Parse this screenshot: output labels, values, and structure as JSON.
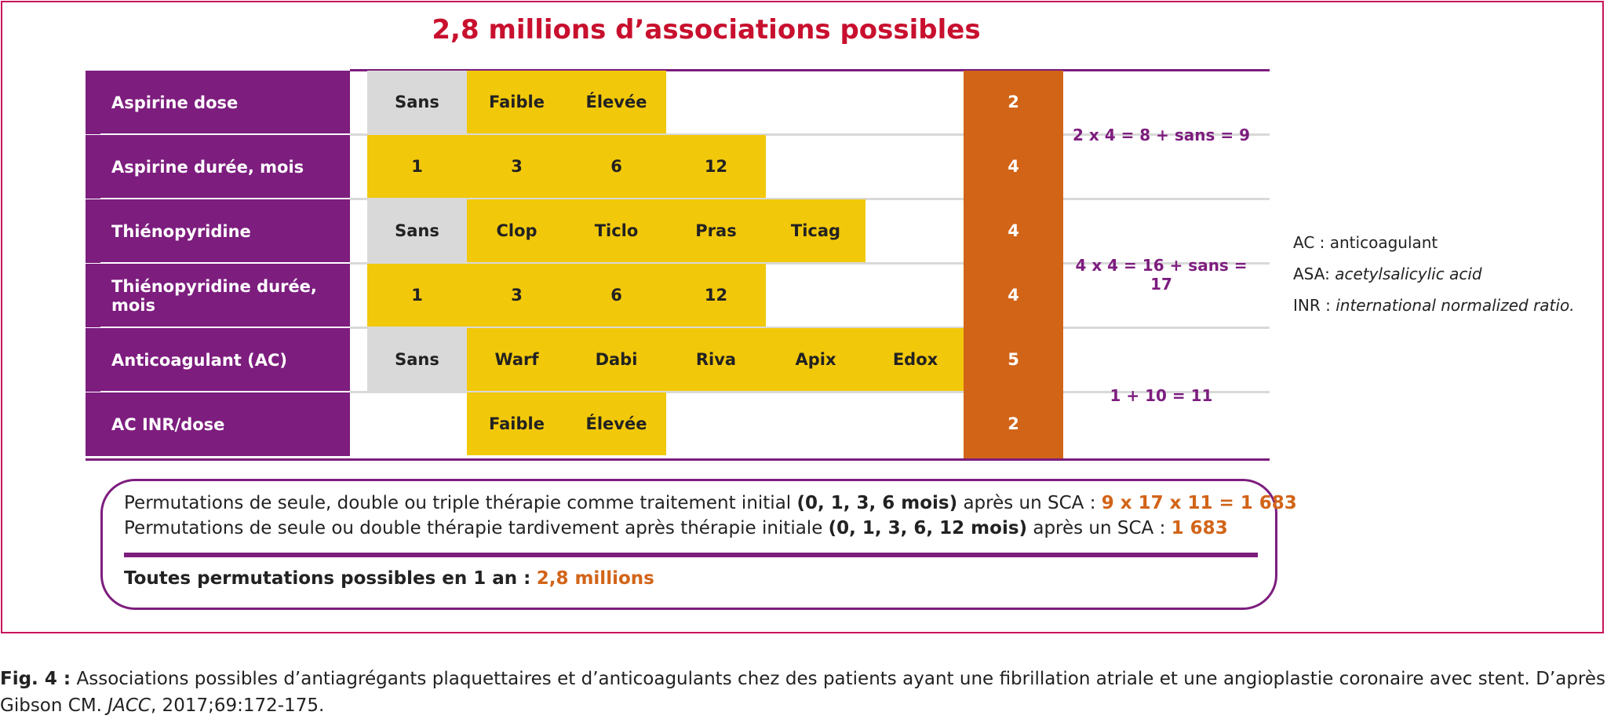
{
  "title": "2,8 millions d’associations possibles",
  "rows": [
    {
      "label": "Aspirine dose",
      "cells": [
        {
          "text": "Sans",
          "color": "grey"
        },
        {
          "text": "Faible",
          "color": "yellow"
        },
        {
          "text": "Élevée",
          "color": "yellow"
        }
      ],
      "count": "2"
    },
    {
      "label": "Aspirine durée, mois",
      "cells": [
        {
          "text": "1",
          "color": "yellow"
        },
        {
          "text": "3",
          "color": "yellow"
        },
        {
          "text": "6",
          "color": "yellow"
        },
        {
          "text": "12",
          "color": "yellow"
        }
      ],
      "count": "4"
    },
    {
      "label": "Thiénopyridine",
      "cells": [
        {
          "text": "Sans",
          "color": "grey"
        },
        {
          "text": "Clop",
          "color": "yellow"
        },
        {
          "text": "Ticlo",
          "color": "yellow"
        },
        {
          "text": "Pras",
          "color": "yellow"
        },
        {
          "text": "Ticag",
          "color": "yellow"
        }
      ],
      "count": "4"
    },
    {
      "label": "Thiénopyridine durée, mois",
      "cells": [
        {
          "text": "1",
          "color": "yellow"
        },
        {
          "text": "3",
          "color": "yellow"
        },
        {
          "text": "6",
          "color": "yellow"
        },
        {
          "text": "12",
          "color": "yellow"
        }
      ],
      "count": "4"
    },
    {
      "label": "Anticoagulant (AC)",
      "cells": [
        {
          "text": "Sans",
          "color": "grey"
        },
        {
          "text": "Warf",
          "color": "yellow"
        },
        {
          "text": "Dabi",
          "color": "yellow"
        },
        {
          "text": "Riva",
          "color": "yellow"
        },
        {
          "text": "Apix",
          "color": "yellow"
        },
        {
          "text": "Edox",
          "color": "yellow"
        }
      ],
      "count": "5"
    },
    {
      "label": "AC INR/dose",
      "cells": [
        {
          "text": "",
          "color": "none"
        },
        {
          "text": "Faible",
          "color": "yellow"
        },
        {
          "text": "Élevée",
          "color": "yellow"
        }
      ],
      "count": "2"
    }
  ],
  "formulas": [
    "2 x 4 = 8 + sans = 9",
    "4 x 4 = 16 + sans = 17",
    "1 + 10 = 11"
  ],
  "legend": {
    "ac_abbr": "AC :",
    "ac_text": "anticoagulant",
    "asa_abbr": "ASA:",
    "asa_text": "acetylsalicylic acid",
    "inr_abbr": "INR :",
    "inr_text": "international normalized ratio."
  },
  "permutations": {
    "line1_text": "Permutations de seule, double ou triple thérapie comme traitement initial",
    "line1_bold": "(0, 1, 3, 6 mois)",
    "line1_after": "après un SCA :",
    "line1_result": "9 x 17 x 11 = 1 683",
    "line2_text": "Permutations de seule ou double thérapie tardivement après thérapie initiale",
    "line2_bold": "(0, 1, 3, 6, 12 mois)",
    "line2_after": "après un SCA :",
    "line2_result": "1 683",
    "total_label": "Toutes permutations possibles en 1 an :",
    "total_result": "2,8 millions"
  },
  "caption": {
    "fig_label": "Fig. 4 :",
    "text1": "Associations possibles d’antiagrégants plaquettaires et d’anticoagulants chez des patients ayant une fibrillation atriale et une angioplastie coronaire avec stent. D’après Gibson CM.",
    "journal": "JACC",
    "text2": ", 2017;69:172-175."
  },
  "colors": {
    "title": "#c8102e",
    "purple": "#7d1d7e",
    "orange": "#d26418",
    "yellow": "#f2c80a",
    "grey": "#d9d9d9",
    "frame": "#c8145a"
  }
}
